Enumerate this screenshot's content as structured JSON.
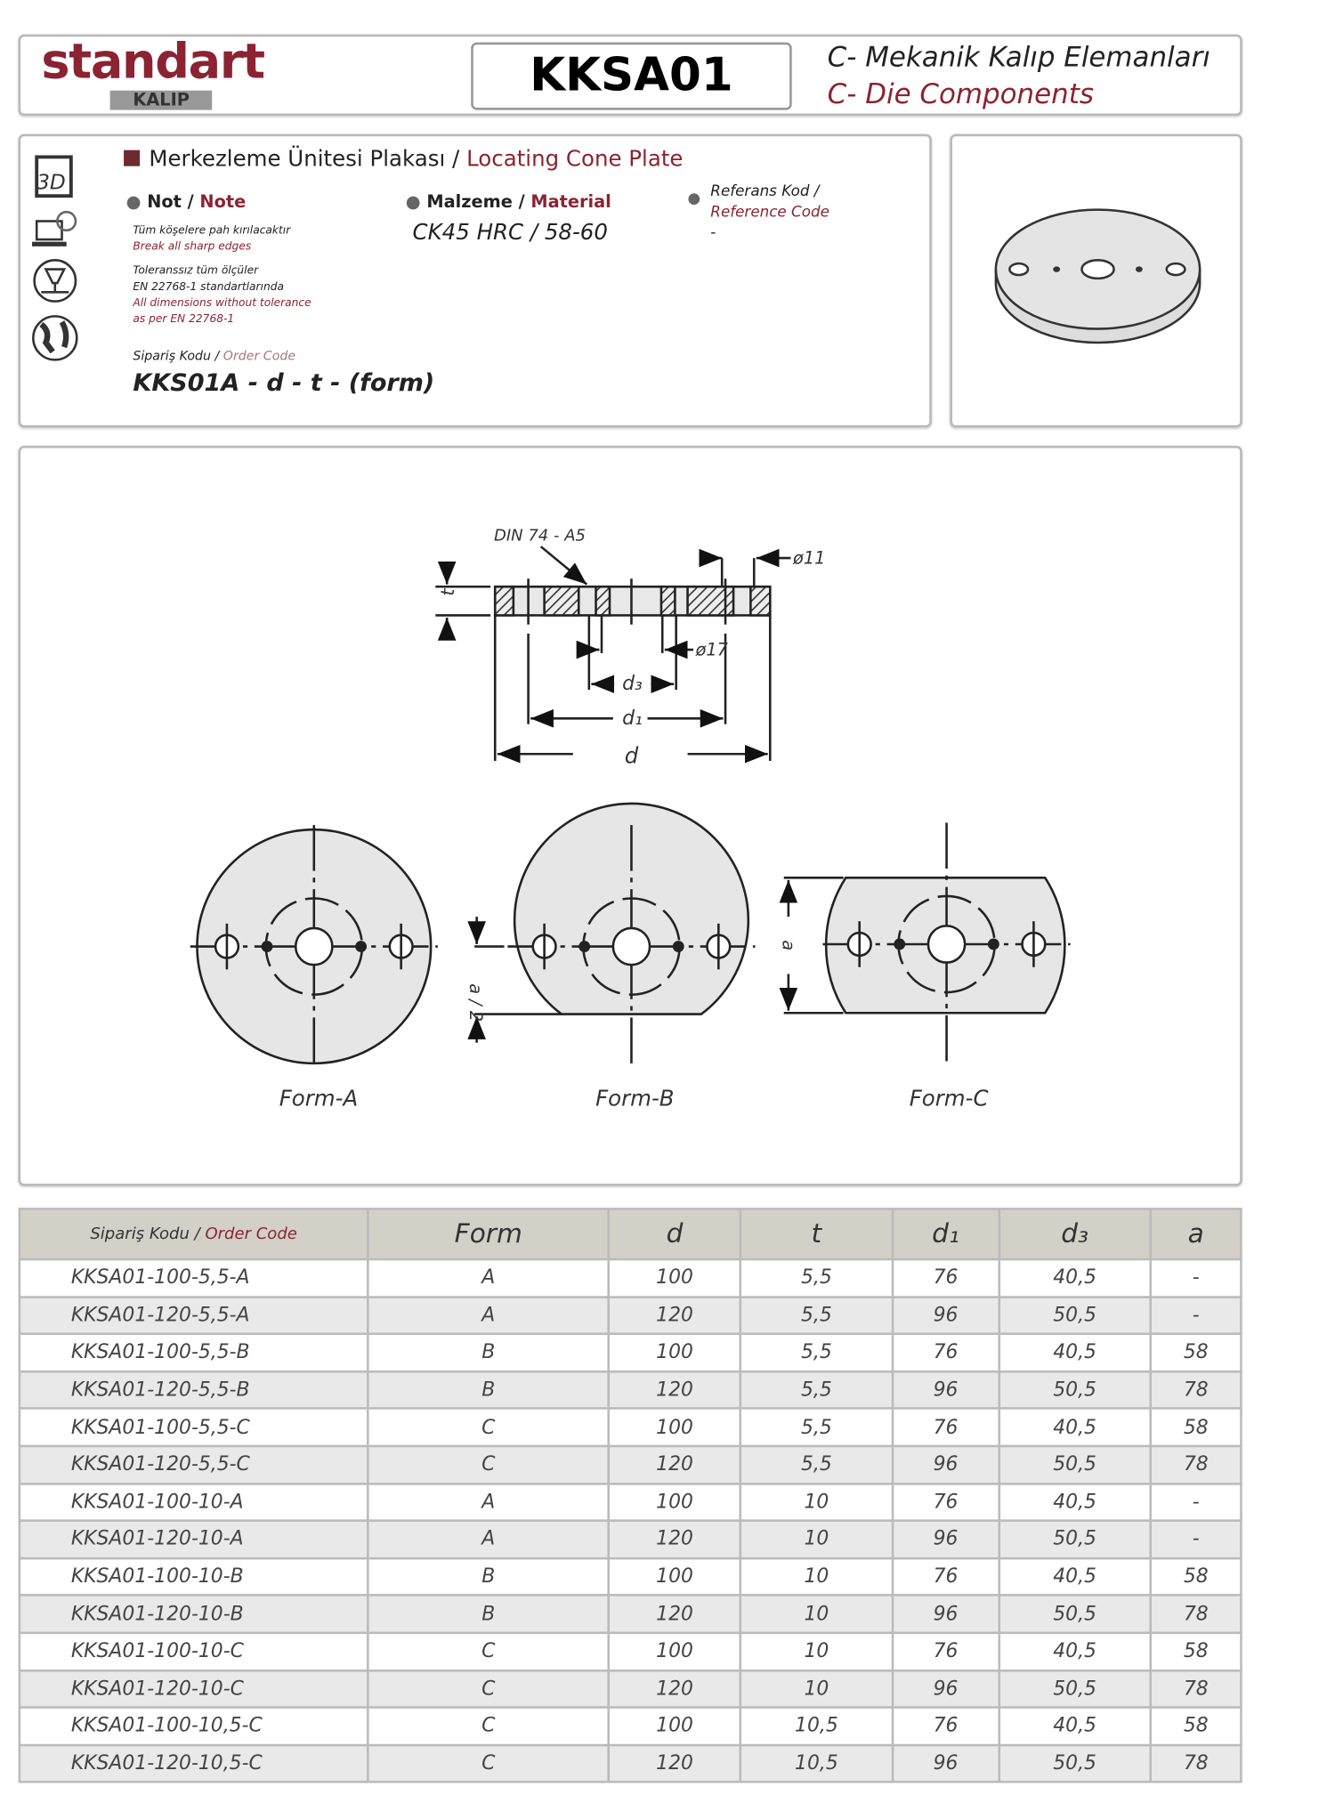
{
  "header": {
    "logo_main": "standart",
    "logo_sub": "KALIP",
    "code": "KKSA01",
    "category_tr": "C- Mekanik Kalıp Elemanları",
    "category_en": "C- Die Components"
  },
  "info": {
    "title_tr": "Merkezleme Ünitesi Plakası /",
    "title_en": "Locating Cone Plate",
    "note_label_tr": "Not /",
    "note_label_en": "Note",
    "note_1_tr": "Tüm köşelere pah kırılacaktır",
    "note_1_en": "Break all sharp edges",
    "note_2_tr_1": "Toleranssız tüm ölçüler",
    "note_2_tr_2": "EN 22768-1 standartlarında",
    "note_2_en_1": "All dimensions without tolerance",
    "note_2_en_2": "as per EN 22768-1",
    "material_label_tr": "Malzeme /",
    "material_label_en": "Material",
    "material_value": "CK45 HRC / 58-60",
    "ref_label_tr": "Referans Kod /",
    "ref_label_en": "Reference Code",
    "ref_value": "-",
    "order_label_tr": "Sipariş Kodu /",
    "order_label_en": "Order Code",
    "order_format": "KKS01A - d - t - (form)",
    "icons": [
      "3d-icon",
      "laptop-icon",
      "tool-icon",
      "globe-icon"
    ]
  },
  "drawing": {
    "din": "DIN 74 - A5",
    "dia11": "ø11",
    "dia17": "ø17",
    "t": "t",
    "d3": "d₃",
    "d1": "d₁",
    "d": "d",
    "a_half": "a / 2",
    "a": "a",
    "forms": [
      "Form-A",
      "Form-B",
      "Form-C"
    ]
  },
  "table": {
    "headers": {
      "code_tr": "Sipariş Kodu /",
      "code_en": "Order Code",
      "form": "Form",
      "d": "d",
      "t": "t",
      "d1": "d₁",
      "d3": "d₃",
      "a": "a"
    },
    "rows": [
      [
        "KKSA01-100-5,5-A",
        "A",
        "100",
        "5,5",
        "76",
        "40,5",
        "-"
      ],
      [
        "KKSA01-120-5,5-A",
        "A",
        "120",
        "5,5",
        "96",
        "50,5",
        "-"
      ],
      [
        "KKSA01-100-5,5-B",
        "B",
        "100",
        "5,5",
        "76",
        "40,5",
        "58"
      ],
      [
        "KKSA01-120-5,5-B",
        "B",
        "120",
        "5,5",
        "96",
        "50,5",
        "78"
      ],
      [
        "KKSA01-100-5,5-C",
        "C",
        "100",
        "5,5",
        "76",
        "40,5",
        "58"
      ],
      [
        "KKSA01-120-5,5-C",
        "C",
        "120",
        "5,5",
        "96",
        "50,5",
        "78"
      ],
      [
        "KKSA01-100-10-A",
        "A",
        "100",
        "10",
        "76",
        "40,5",
        "-"
      ],
      [
        "KKSA01-120-10-A",
        "A",
        "120",
        "10",
        "96",
        "50,5",
        "-"
      ],
      [
        "KKSA01-100-10-B",
        "B",
        "100",
        "10",
        "76",
        "40,5",
        "58"
      ],
      [
        "KKSA01-120-10-B",
        "B",
        "120",
        "10",
        "96",
        "50,5",
        "78"
      ],
      [
        "KKSA01-100-10-C",
        "C",
        "100",
        "10",
        "76",
        "40,5",
        "58"
      ],
      [
        "KKSA01-120-10-C",
        "C",
        "120",
        "10",
        "96",
        "50,5",
        "78"
      ],
      [
        "KKSA01-100-10,5-C",
        "C",
        "100",
        "10,5",
        "76",
        "40,5",
        "58"
      ],
      [
        "KKSA01-120-10,5-C",
        "C",
        "120",
        "10,5",
        "96",
        "50,5",
        "78"
      ]
    ]
  },
  "colors": {
    "brand": "#8b2332",
    "header_bg": "#d3d0c8",
    "row_alt": "#e9e9e9"
  }
}
